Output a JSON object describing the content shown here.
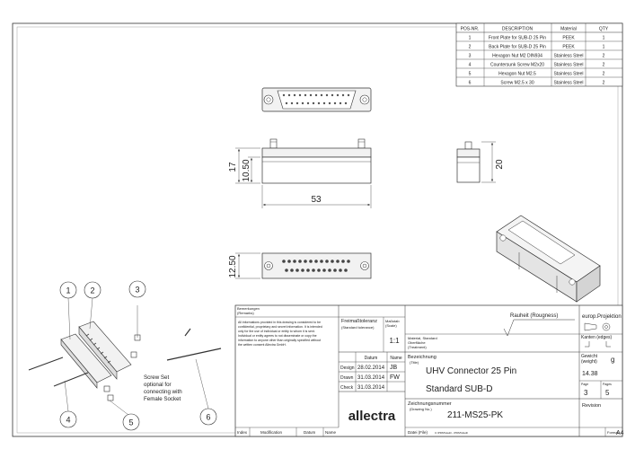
{
  "bom": {
    "headers": [
      "POS-NR.",
      "DESCRIPTION",
      "Material",
      "QTY"
    ],
    "rows": [
      [
        "1",
        "Front Plate for SUB-D 25 Pin",
        "PEEK",
        "1"
      ],
      [
        "2",
        "Back Plate for SUB-D 25 Pin",
        "PEEK",
        "1"
      ],
      [
        "3",
        "Hexagon Nut M2 DIN934",
        "Stainless Steel",
        "2"
      ],
      [
        "4",
        "Countersunk Screw M2x20",
        "Stainless Steel",
        "2"
      ],
      [
        "5",
        "Hexagon Nut M2.5",
        "Stainless Steel",
        "2"
      ],
      [
        "6",
        "Screw M2.5 x 30",
        "Stainless Steel",
        "2"
      ]
    ]
  },
  "dimensions": {
    "height_total": "17",
    "height_body": "10.50",
    "width": "53",
    "side_height": "20",
    "bottom_height": "12.50"
  },
  "callouts": [
    "1",
    "2",
    "3",
    "4",
    "5",
    "6"
  ],
  "exploded_note": [
    "Screw Set",
    "optional for",
    "connecting with",
    "Female Socket"
  ],
  "title_block": {
    "remarks_label": "Bemerkungen",
    "remarks_label_en": "(Remarks)",
    "confidential": [
      "All informations provided in this drawing is considered to be",
      "confidential, proprietary and secret information. It is intended",
      "only for the use of individual or entity to whom it is sent.",
      "Individual or entity agrees to not disseminate or copy the",
      "information to anyone other than originally specified without",
      "the written consent Allectra GmbH."
    ],
    "tolerance_label": "Freimaßtoleranz",
    "tolerance_label_en": "(Standard tolerance)",
    "scale_label": "Maßstab",
    "scale_label_en": "(Scale)",
    "scale": "1:1",
    "roughness_label": "Rauheit (Rougness)",
    "projection_label": "europ.Projektion",
    "material_lines": [
      "Material, Standard",
      "Oberfläche",
      "(Treatment)"
    ],
    "edges_label": "Kanten (edges)",
    "date_col": "Datum",
    "name_col": "Name",
    "design_label": "Design",
    "design_date": "28.02.2014",
    "design_name": "JB",
    "drawn_label": "Drawn",
    "drawn_date": "31.03.2014",
    "drawn_name": "FW",
    "check_label": "Check",
    "check_date": "31.03.2014",
    "check_name": "",
    "designation_label": "Bezeichnung",
    "designation_label_en": "(Title)",
    "title_line1": "UHV Connector 25 Pin",
    "title_line2": "Standard SUB-D",
    "weight_label": "Gewicht",
    "weight_label_en": "(weight)",
    "weight_unit": "g",
    "weight": "14.38",
    "page_label": "Page",
    "pages_label": "Pages",
    "page": "3",
    "pages": "5",
    "drawing_no_label": "Zeichnungsnummer",
    "drawing_no_label_en": "(Drawing No.)",
    "drawing_no": "211-MS25-PK",
    "revision_label": "Revision",
    "logo": "allectra",
    "file_label": "Datei (File)",
    "file_path": "C:\\PDM\\Vault\\...\\PDM\\Vault\\",
    "format_label": "Format",
    "format": "A4",
    "rev_index": "Index",
    "rev_mod": "Modification",
    "rev_date": "Datum",
    "rev_name": "Name"
  }
}
